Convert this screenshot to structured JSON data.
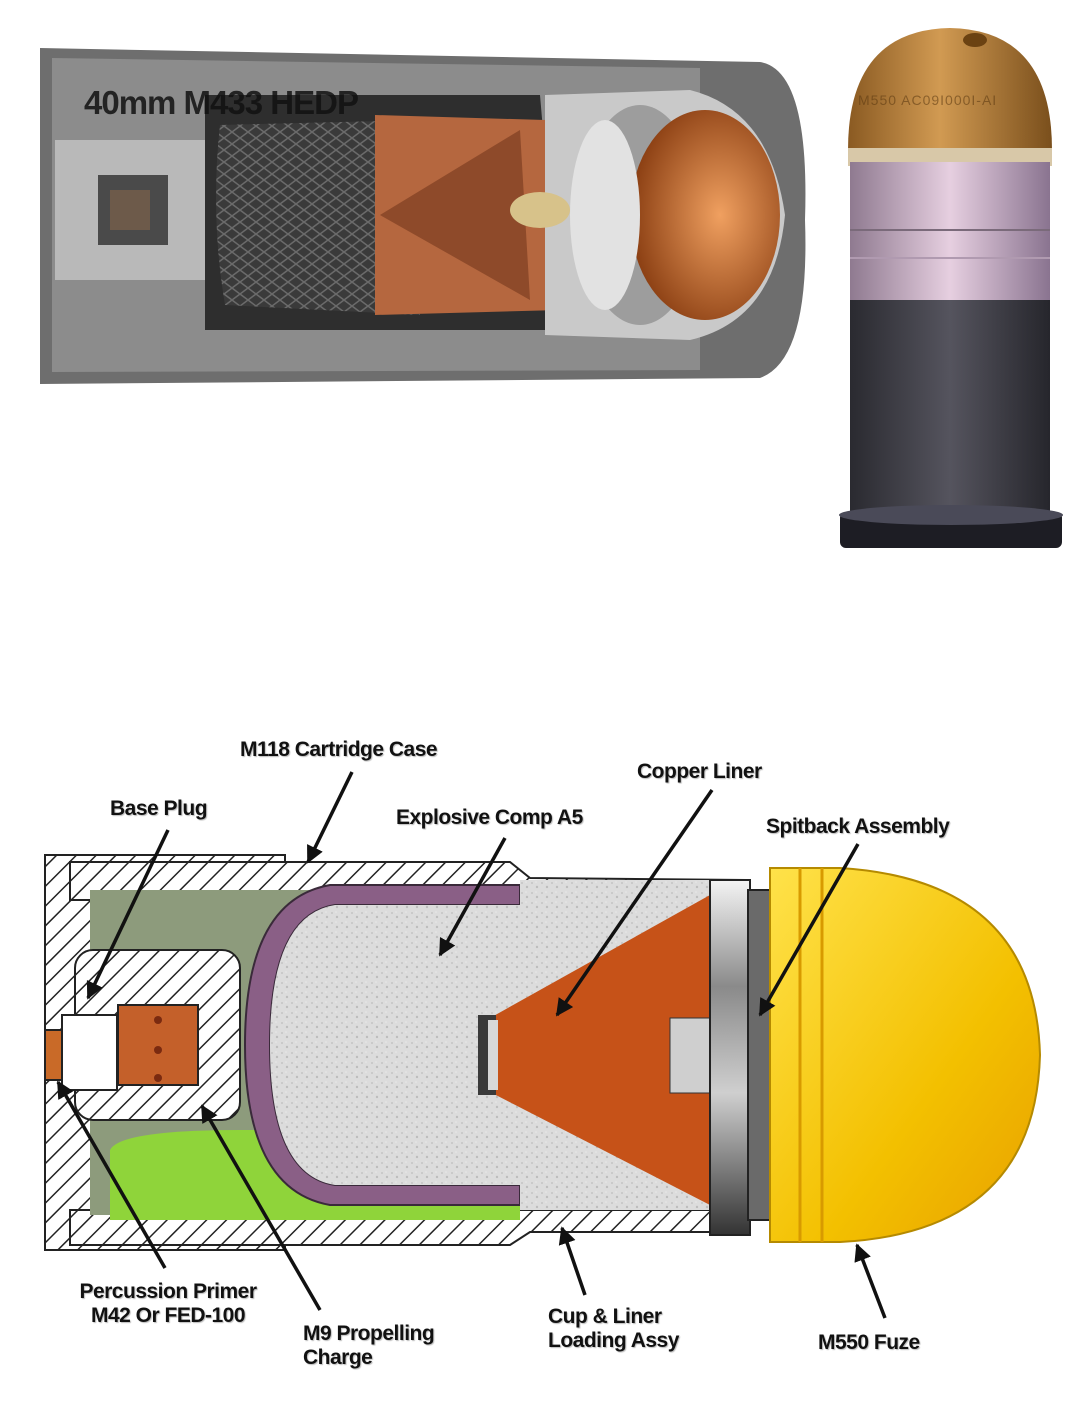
{
  "photo": {
    "title": "40mm M433 HEDP",
    "round_marking": "M550  AC09I000I-AI"
  },
  "diagram": {
    "labels": {
      "cartridge_case": "M118 Cartridge Case",
      "base_plug": "Base Plug",
      "explosive": "Explosive Comp A5",
      "copper_liner": "Copper Liner",
      "spitback": "Spitback Assembly",
      "primer_line1": "Percussion Primer",
      "primer_line2": "M42 Or FED-100",
      "propelling_line1": "M9 Propelling",
      "propelling_line2": "Charge",
      "cup_line1": "Cup & Liner",
      "cup_line2": "Loading Assy",
      "fuze": "M550 Fuze"
    }
  },
  "colors": {
    "fuze_yellow": "#f2c400",
    "copper": "#c8501a",
    "explosive_gray": "#d8d8d8",
    "propellant_green": "#8fcf3a",
    "case_olive": "#8a9a78",
    "round_bronze": "#b8823a",
    "round_body_dark": "#3d3c45"
  }
}
